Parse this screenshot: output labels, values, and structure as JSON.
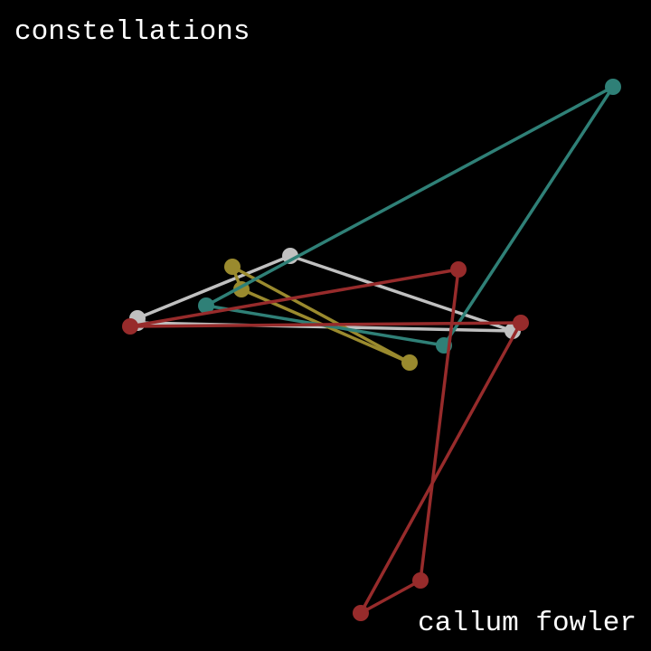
{
  "cover": {
    "title": "constellations",
    "artist": "callum fowler",
    "background_color": "#000000",
    "text_color": "#ffffff"
  },
  "constellations": [
    {
      "name": "grey",
      "color": "#c0c0c0"
    },
    {
      "name": "olive",
      "color": "#9a8a2e"
    },
    {
      "name": "teal",
      "color": "#2f8077"
    },
    {
      "name": "red",
      "color": "#972b2b"
    }
  ]
}
